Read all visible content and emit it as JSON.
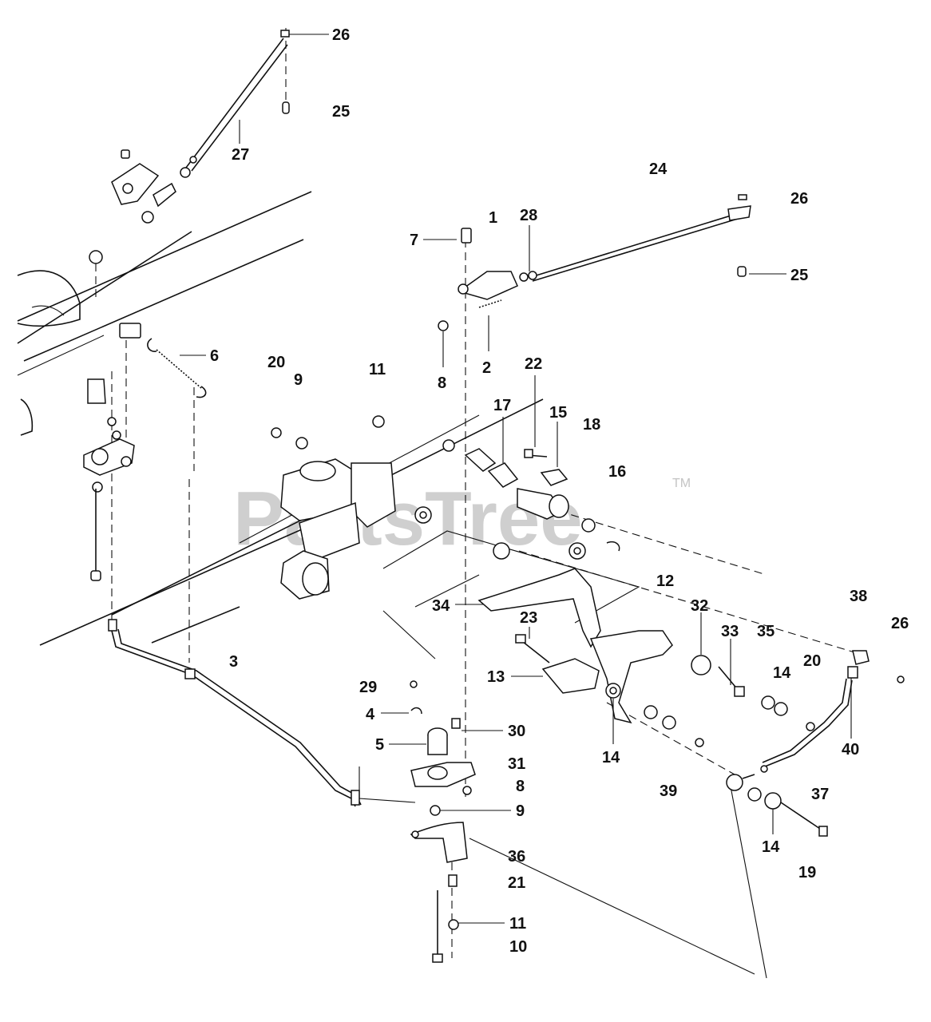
{
  "watermark": {
    "text": "PartsTree",
    "tm": "TM"
  },
  "callouts": [
    "26",
    "25",
    "27",
    "24",
    "26",
    "1",
    "28",
    "7",
    "25",
    "6",
    "20",
    "9",
    "11",
    "8",
    "2",
    "22",
    "17",
    "15",
    "18",
    "16",
    "12",
    "34",
    "32",
    "38",
    "26",
    "23",
    "33",
    "35",
    "14",
    "20",
    "13",
    "3",
    "29",
    "4",
    "30",
    "5",
    "31",
    "8",
    "9",
    "14",
    "40",
    "39",
    "37",
    "14",
    "19",
    "36",
    "21",
    "11",
    "10"
  ]
}
